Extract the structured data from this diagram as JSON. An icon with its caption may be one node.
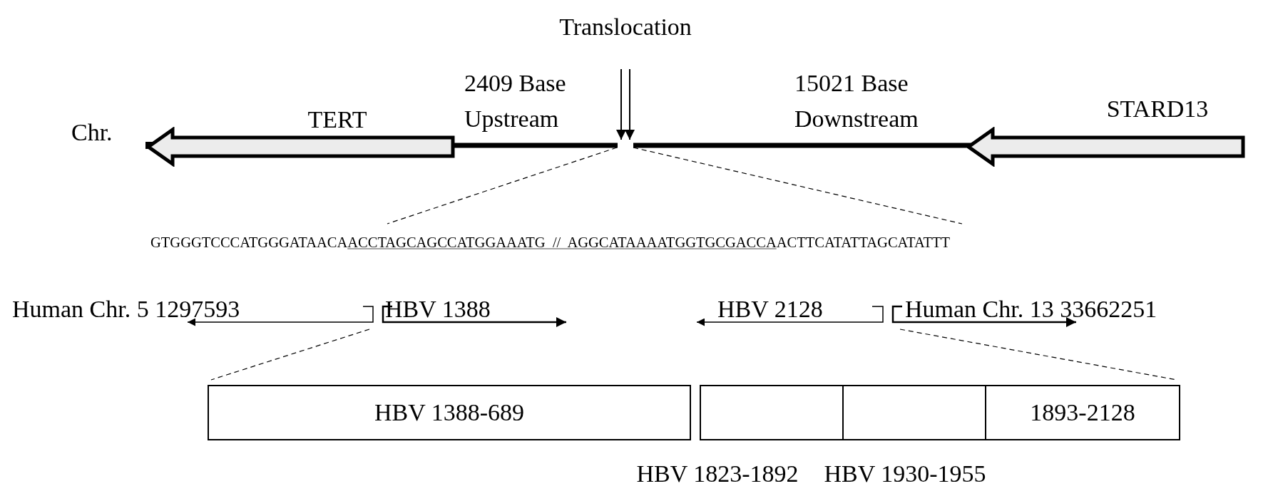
{
  "diagram": {
    "nodes": [
      {
        "text": [
          "TERT"
        ]
      },
      {
        "text": [
          "STARD13"
        ]
      },
      {
        "text": [
          "HBV 1388-689"
        ]
      },
      {
        "text": [],
        "shape": "box",
        "beside": [
          "HBV 1823-1892"
        ]
      },
      {
        "text": [],
        "shape": "box",
        "beside": [
          "HBV 1930-1955"
        ]
      },
      {
        "text": [
          "1893-2128"
        ]
      }
    ],
    "labels": [
      "Translocation",
      "2409 Base Upstream",
      "15021 Base Downstream",
      "Chr.",
      "GTGGGTCCCATGGGATAACAACCTAGCAGCCATGGAAATG  //  AGGCATAAAATGGTGCGACCAACTTCATATTAGCATATTT",
      "Human Chr. 5 1297593",
      "HBV 1388",
      "HBV 2128",
      "Human Chr. 13 33662251"
    ]
  }
}
